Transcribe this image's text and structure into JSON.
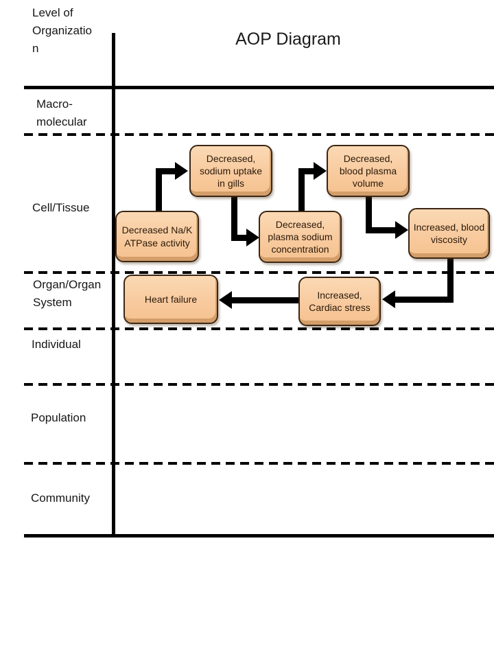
{
  "title": "AOP Diagram",
  "y_axis": {
    "label_lines": [
      "Level of",
      "Organizatio",
      "n"
    ],
    "levels": [
      {
        "label_lines": [
          "Macro-",
          "molecular"
        ]
      },
      {
        "label_lines": [
          "Cell/Tissue"
        ]
      },
      {
        "label_lines": [
          "Organ/Organ",
          "System"
        ]
      },
      {
        "label_lines": [
          "Individual"
        ]
      },
      {
        "label_lines": [
          "Population"
        ]
      },
      {
        "label_lines": [
          "Community"
        ]
      }
    ]
  },
  "nodes": [
    {
      "id": "n1",
      "level": "Cell/Tissue",
      "label": "Decreased Na/K ATPase activity",
      "label_lines": [
        "Decreased Na/K",
        "ATPase activity"
      ]
    },
    {
      "id": "n2",
      "level": "Cell/Tissue",
      "label": "Decreased, sodium uptake in gills",
      "label_lines": [
        "Decreased,",
        "sodium uptake",
        "in gills"
      ]
    },
    {
      "id": "n3",
      "level": "Cell/Tissue",
      "label": "Decreased, plasma sodium concentration",
      "label_lines": [
        "Decreased,",
        "plasma sodium",
        "concentration"
      ]
    },
    {
      "id": "n4",
      "level": "Cell/Tissue",
      "label": "Decreased, blood plasma volume",
      "label_lines": [
        "Decreased,",
        "blood plasma",
        "volume"
      ]
    },
    {
      "id": "n5",
      "level": "Cell/Tissue",
      "label": "Increased, blood viscosity",
      "label_lines": [
        "Increased, blood",
        "viscosity"
      ]
    },
    {
      "id": "n6",
      "level": "Organ/Organ System",
      "label": "Heart failure",
      "label_lines": [
        "Heart failure"
      ]
    },
    {
      "id": "n7",
      "level": "Organ/Organ System",
      "label": "Increased, Cardiac stress",
      "label_lines": [
        "Increased,",
        "Cardiac stress"
      ]
    }
  ],
  "edges": [
    {
      "from": "n1",
      "to": "n2"
    },
    {
      "from": "n2",
      "to": "n3"
    },
    {
      "from": "n3",
      "to": "n4"
    },
    {
      "from": "n4",
      "to": "n5"
    },
    {
      "from": "n5",
      "to": "n7"
    },
    {
      "from": "n7",
      "to": "n6"
    }
  ],
  "colors": {
    "node_fill": "#F8CA9E",
    "node_border": "#3B2614",
    "node_bevel": "#C08A55",
    "line_color": "#000000"
  }
}
